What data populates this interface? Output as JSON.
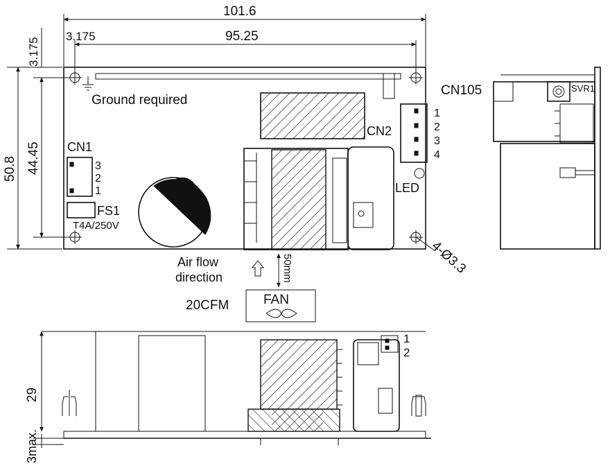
{
  "top_view": {
    "dims": {
      "overall_width": "101.6",
      "hole_spacing_x": "95.25",
      "hole_offset_x": "3.175",
      "hole_offset_y": "3.175",
      "overall_height": "50.8",
      "hole_spacing_y": "44.45"
    },
    "labels": {
      "ground": "Ground required",
      "cn2": "CN2",
      "cn1": "CN1",
      "fs1": "FS1",
      "fuse_rating": "T4A/250V",
      "led": "LED",
      "mount_holes": "4-Ø3.3",
      "airflow_line1": "Air flow",
      "airflow_line2": "direction",
      "fan_distance": "50mm",
      "fan": "FAN",
      "fan_cfm": "20CFM"
    },
    "cn2_pins": [
      "1",
      "2",
      "3",
      "4"
    ],
    "cn1_pins": [
      "3",
      "2",
      "1"
    ]
  },
  "side_view": {
    "labels": {
      "cn105": "CN105",
      "svr1": "SVR1"
    }
  },
  "front_view": {
    "dims": {
      "height": "29",
      "clearance": "3max."
    },
    "pins": [
      "1",
      "2"
    ]
  }
}
